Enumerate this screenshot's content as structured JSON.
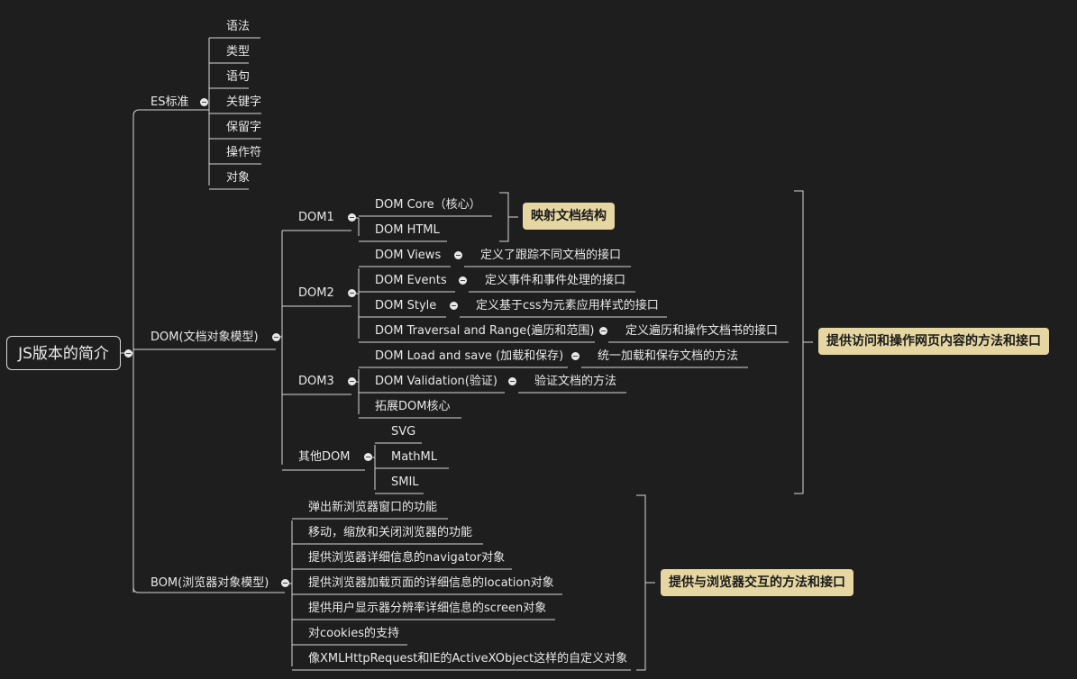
{
  "colors": {
    "background": "#1e1e1e",
    "line": "#d8d8d8",
    "summary_fill": "#e6d7a2",
    "text": "#e8e8e8"
  },
  "root": {
    "label": "JS版本的简介"
  },
  "es": {
    "label": "ES标准",
    "children": [
      "语法",
      "类型",
      "语句",
      "关键字",
      "保留字",
      "操作符",
      "对象"
    ]
  },
  "dom": {
    "label": "DOM(文档对象模型)",
    "dom1": {
      "label": "DOM1",
      "children": [
        "DOM Core（核心）",
        "DOM HTML"
      ]
    },
    "dom2": {
      "label": "DOM2",
      "children": [
        {
          "label": "DOM Views",
          "desc": "定义了跟踪不同文档的接口"
        },
        {
          "label": "DOM Events",
          "desc": "定义事件和事件处理的接口"
        },
        {
          "label": "DOM Style",
          "desc": "定义基于css为元素应用样式的接口"
        },
        {
          "label": "DOM Traversal and Range(遍历和范围)",
          "desc": "定义遍历和操作文档书的接口"
        }
      ]
    },
    "dom3": {
      "label": "DOM3",
      "children": [
        {
          "label": "DOM Load and save (加载和保存)",
          "desc": "统一加载和保存文档的方法"
        },
        {
          "label": "DOM Validation(验证)",
          "desc": "验证文档的方法"
        },
        {
          "label": "拓展DOM核心",
          "desc": ""
        }
      ]
    },
    "other": {
      "label": "其他DOM",
      "children": [
        "SVG",
        "MathML",
        "SMIL"
      ]
    }
  },
  "bom": {
    "label": "BOM(浏览器对象模型)",
    "children": [
      "弹出新浏览器窗口的功能",
      "移动，缩放和关闭浏览器的功能",
      "提供浏览器详细信息的navigator对象",
      "提供浏览器加载页面的详细信息的location对象",
      "提供用户显示器分辨率详细信息的screen对象",
      "对cookies的支持",
      "像XMLHttpRequest和IE的ActiveXObject这样的自定义对象"
    ]
  },
  "summaries": {
    "dom1": "映射文档结构",
    "dom": "提供访问和操作网页内容的方法和接口",
    "bom": "提供与浏览器交互的方法和接口"
  }
}
